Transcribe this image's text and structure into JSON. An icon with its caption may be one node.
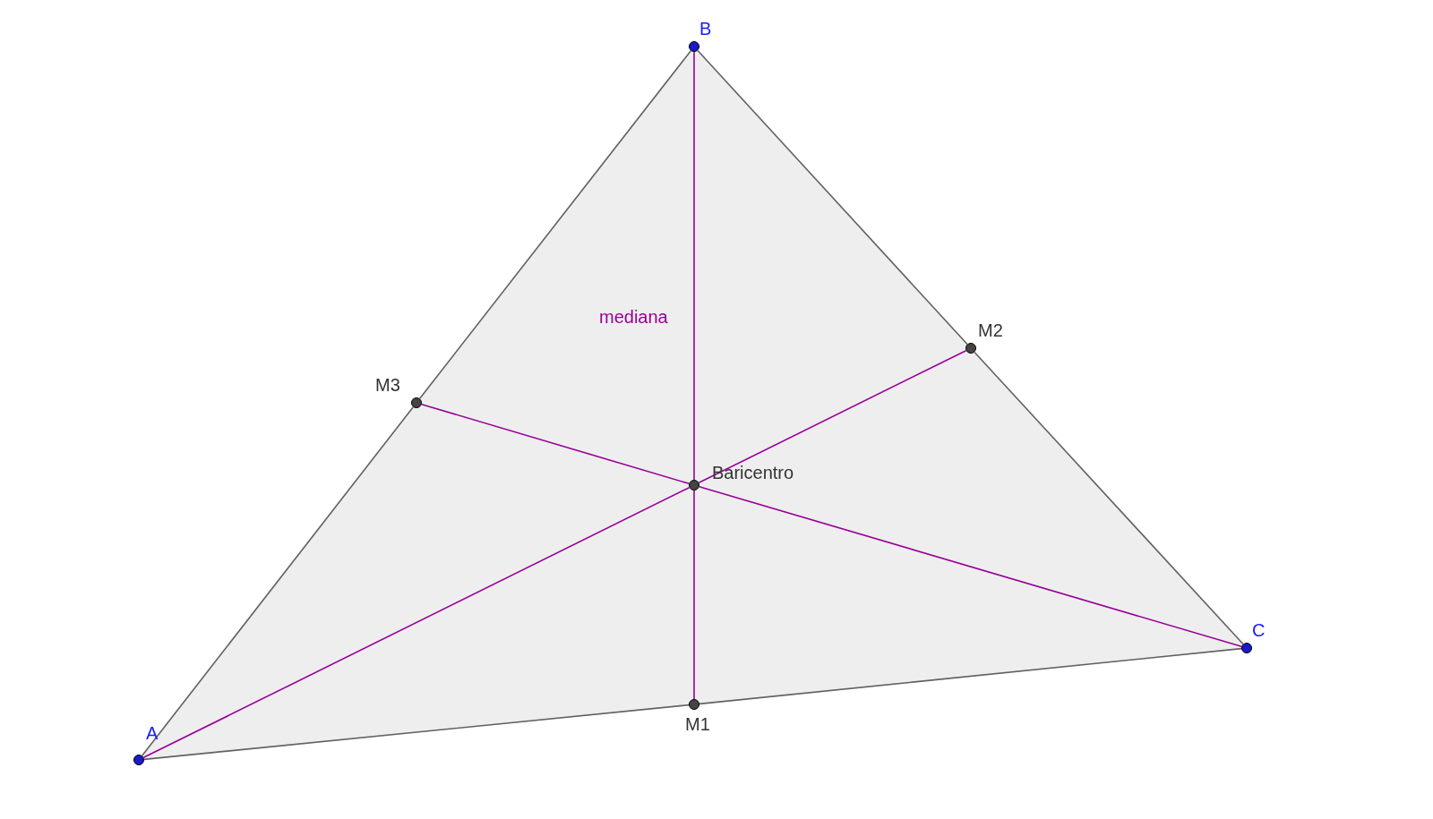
{
  "diagram": {
    "nodes": [
      {
        "text": [],
        "shape": "circle",
        "beside": [
          "A"
        ]
      },
      {
        "text": [],
        "shape": "circle",
        "beside": [
          "B"
        ]
      },
      {
        "text": [],
        "shape": "circle",
        "beside": [
          "C"
        ]
      },
      {
        "text": [],
        "shape": "circle",
        "beside": [
          "M1"
        ]
      },
      {
        "text": [],
        "shape": "circle",
        "beside": [
          "M2"
        ]
      },
      {
        "text": [],
        "shape": "circle",
        "beside": [
          "M3"
        ]
      },
      {
        "text": [],
        "shape": "circle",
        "beside": [
          "Baricentro"
        ]
      }
    ],
    "edges": [
      {
        "from": 0,
        "to": 5,
        "arrow": "none"
      },
      {
        "from": 5,
        "to": 1,
        "arrow": "none"
      },
      {
        "from": 1,
        "to": 4,
        "arrow": "none"
      },
      {
        "from": 4,
        "to": 2,
        "arrow": "none"
      },
      {
        "from": 2,
        "to": 3,
        "arrow": "none"
      },
      {
        "from": 3,
        "to": 0,
        "arrow": "none"
      },
      {
        "from": 1,
        "to": 6,
        "arrow": "none",
        "color": "#990099"
      },
      {
        "from": 6,
        "to": 3,
        "arrow": "none",
        "color": "#990099"
      },
      {
        "from": 0,
        "to": 6,
        "arrow": "none",
        "color": "#990099"
      },
      {
        "from": 6,
        "to": 4,
        "arrow": "none",
        "color": "#990099"
      },
      {
        "from": 2,
        "to": 6,
        "arrow": "none",
        "color": "#990099"
      },
      {
        "from": 6,
        "to": 5,
        "arrow": "none",
        "color": "#990099"
      }
    ],
    "labels": [
      "mediana"
    ]
  }
}
